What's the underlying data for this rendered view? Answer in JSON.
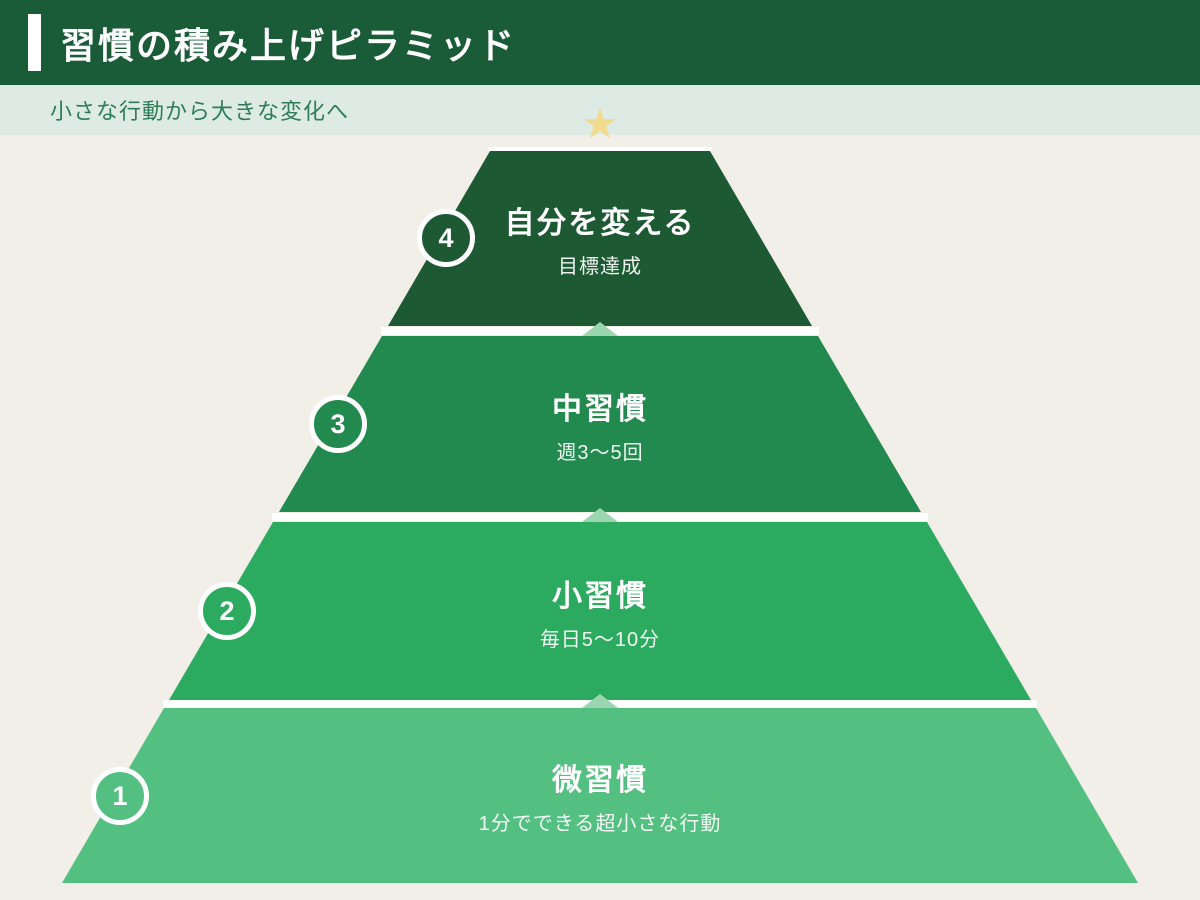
{
  "page_bg": "#f2efe9",
  "header": {
    "title": "習慣の積み上げピラミッド",
    "bg_color": "#1a5c38",
    "accent_bar_color": "#ffffff"
  },
  "subtitle_bar": {
    "text": "小さな行動から大きな変化へ",
    "bg_color": "#deebe4",
    "text_color": "#2e7d56"
  },
  "star_icon": {
    "glyph": "★",
    "color": "#f1db8e"
  },
  "pyramid": {
    "arrow_color": "#9bd6b1",
    "separator_color": "#ffffff",
    "levels": [
      {
        "number": "4",
        "title": "自分を変える",
        "subtitle": "目標達成",
        "color": "#1d5a34"
      },
      {
        "number": "3",
        "title": "中習慣",
        "subtitle": "週3〜5回",
        "color": "#228a4f"
      },
      {
        "number": "2",
        "title": "小習慣",
        "subtitle": "毎日5〜10分",
        "color": "#2cab60"
      },
      {
        "number": "1",
        "title": "微習慣",
        "subtitle": "1分でできる超小さな行動",
        "color": "#53bf80"
      }
    ]
  }
}
